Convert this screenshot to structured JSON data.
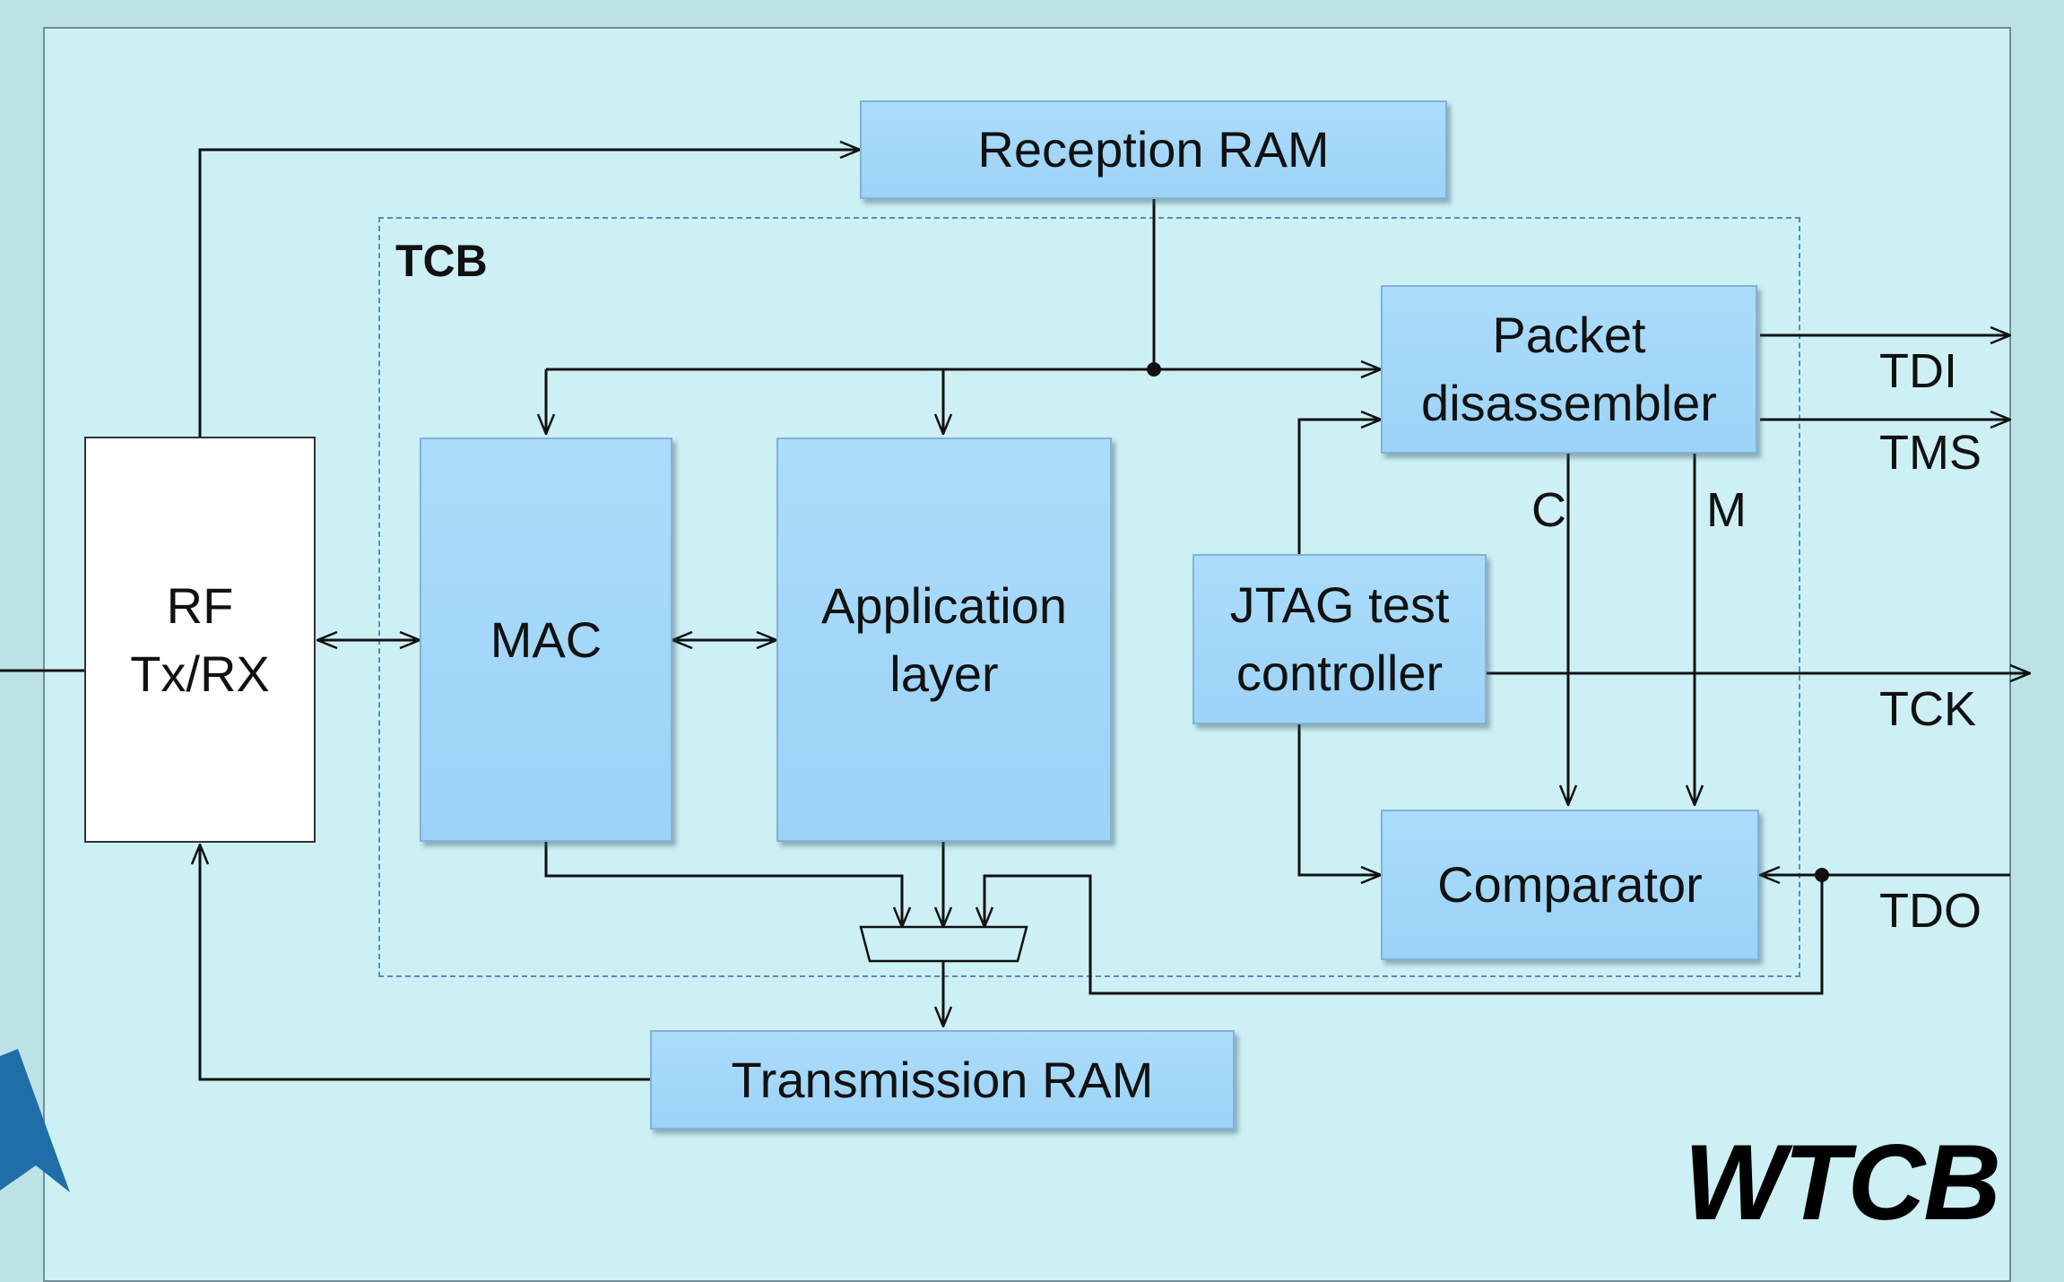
{
  "labels": {
    "tcb": "TCB",
    "watermark": "WTCB"
  },
  "blocks": {
    "reception_ram": "Reception RAM",
    "rf": "RF\nTx/RX",
    "mac": "MAC",
    "application_layer": "Application\nlayer",
    "packet_disassembler": "Packet\ndisassembler",
    "jtag_controller": "JTAG test\ncontroller",
    "comparator": "Comparator",
    "transmission_ram": "Transmission RAM"
  },
  "signals": {
    "tdi": "TDI",
    "tms": "TMS",
    "tck": "TCK",
    "tdo": "TDO",
    "c": "C",
    "m": "M"
  },
  "colors": {
    "block_fill": "#abdcfb",
    "panel_bg": "#cdf0f5",
    "outer_bg": "#bde2e6",
    "tcb_border": "#4f8fbf",
    "logo": "#1f6ea8"
  }
}
